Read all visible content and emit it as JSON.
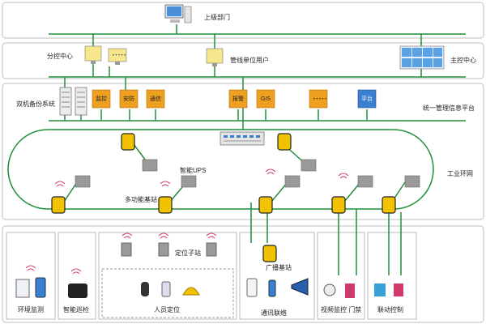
{
  "labels": {
    "superior_dept": "上级部门",
    "sub_control_center": "分控中心",
    "pipeline_users": "管线单位用户",
    "main_control_center": "主控中心",
    "dual_backup": "双机备份系统",
    "unified_platform": "统一管理信息平台",
    "industrial_ring": "工业环网",
    "smart_ups": "智能UPS",
    "multi_base_station": "多功能基站",
    "positioning_substation": "定位子站",
    "broadcast_base_station": "广播基站",
    "env_monitoring": "环境监测",
    "smart_patrol": "智能巡检",
    "personnel_positioning": "人员定位",
    "comm_link": "通讯联络",
    "video_monitoring_access": "视频监控 门禁",
    "linkage_control": "联动控制"
  },
  "platform_modules": [
    "监控",
    "安防",
    "通信",
    "报警",
    "GIS",
    "平台"
  ],
  "colors": {
    "network_line": "#1f8f3a",
    "module_orange": "#f0a020",
    "module_blue": "#3a7fd0",
    "panel_border": "#bfbfbf",
    "base_station_yellow": "#f2c200"
  },
  "icons": [
    "desktop-computer-icon",
    "monitor-icon",
    "server-rack-icon",
    "video-wall-icon",
    "network-switch-icon",
    "base-station-icon",
    "ups-box-icon",
    "wifi-signal-icon",
    "camera-icon",
    "door-access-icon",
    "phone-icon",
    "speaker-horn-icon",
    "helmet-icon",
    "gas-detector-icon"
  ]
}
